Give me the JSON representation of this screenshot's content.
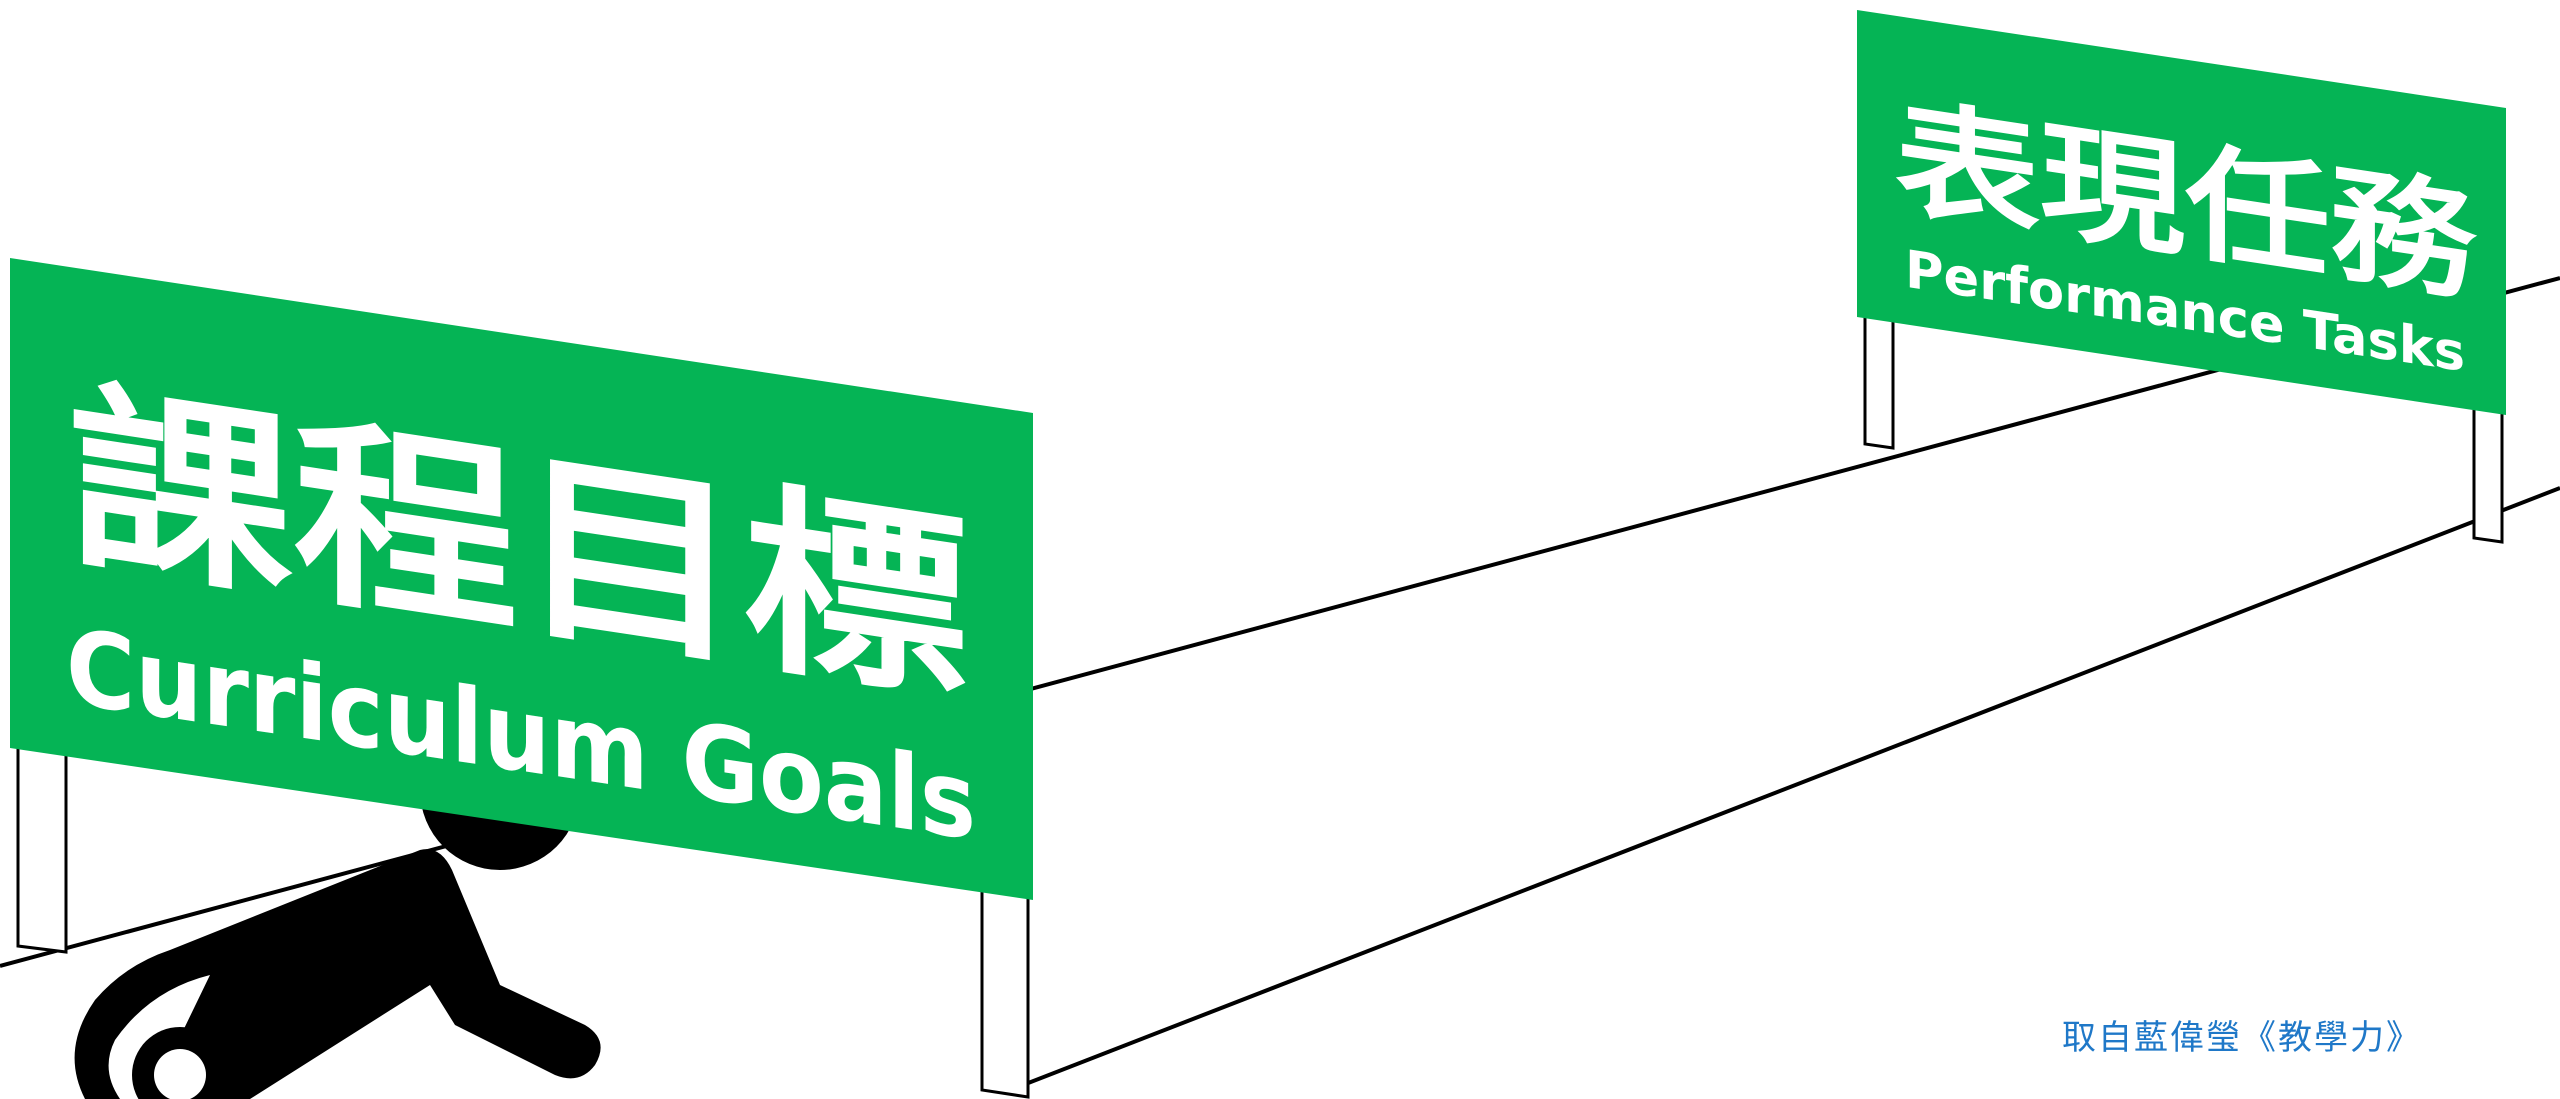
{
  "colors": {
    "sign_green": "#05b455",
    "sign_text": "#ffffff",
    "line": "#000000",
    "credit_text": "#1f78c8"
  },
  "sign_curriculum": {
    "title_zh": "課程目標",
    "title_en": "Curriculum Goals"
  },
  "sign_performance": {
    "title_zh": "表現任務",
    "title_en": "Performance Tasks"
  },
  "figure": {
    "icon": "fallen-person-icon"
  },
  "credit": {
    "text": "取自藍偉瑩《教學力》"
  }
}
